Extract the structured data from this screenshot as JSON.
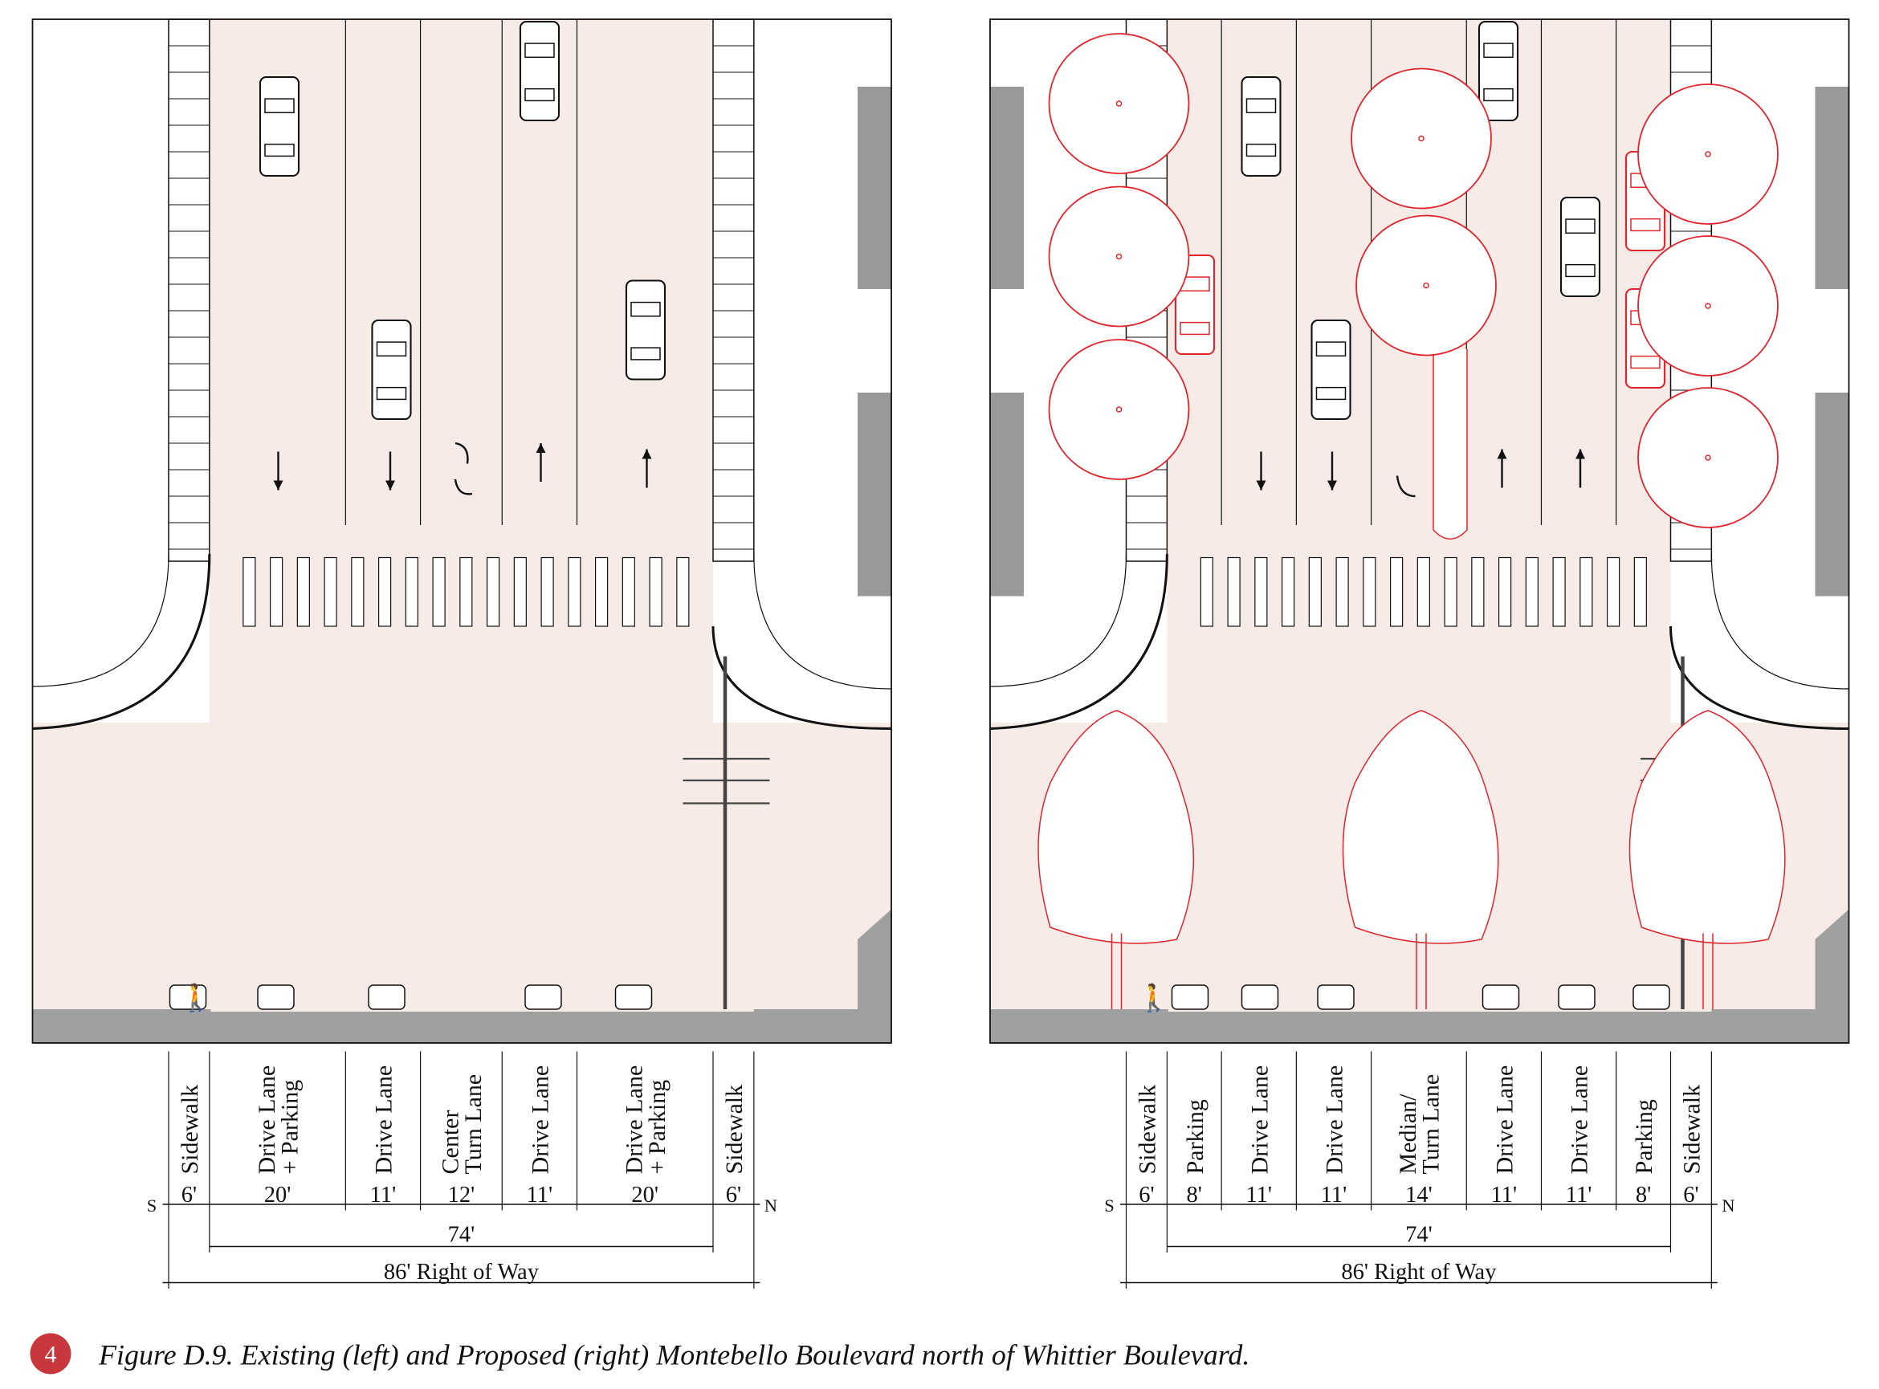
{
  "colors": {
    "pavement": "#f6ebe6",
    "ground": "#a0a0a0",
    "building": "#999999",
    "tree": "#e0252d",
    "badge": "#c8373c"
  },
  "panels": [
    {
      "id": "existing",
      "segments": [
        {
          "lines": [
            "Sidewalk"
          ],
          "feet": 6,
          "dim": "6'"
        },
        {
          "lines": [
            "Drive Lane",
            "+ Parking"
          ],
          "feet": 20,
          "dim": "20'"
        },
        {
          "lines": [
            "Drive Lane"
          ],
          "feet": 11,
          "dim": "11'"
        },
        {
          "lines": [
            "Center",
            "Turn Lane"
          ],
          "feet": 12,
          "dim": "12'"
        },
        {
          "lines": [
            "Drive Lane"
          ],
          "feet": 11,
          "dim": "11'"
        },
        {
          "lines": [
            "Drive Lane",
            "+ Parking"
          ],
          "feet": 20,
          "dim": "20'"
        },
        {
          "lines": [
            "Sidewalk"
          ],
          "feet": 6,
          "dim": "6'"
        }
      ],
      "south": "S",
      "north": "N",
      "curb_to_curb": "74'",
      "right_of_way": "86' Right of Way"
    },
    {
      "id": "proposed",
      "segments": [
        {
          "lines": [
            "Sidewalk"
          ],
          "feet": 6,
          "dim": "6'"
        },
        {
          "lines": [
            "Parking"
          ],
          "feet": 8,
          "dim": "8'"
        },
        {
          "lines": [
            "Drive Lane"
          ],
          "feet": 11,
          "dim": "11'"
        },
        {
          "lines": [
            "Drive Lane"
          ],
          "feet": 11,
          "dim": "11'"
        },
        {
          "lines": [
            "Median/",
            "Turn Lane"
          ],
          "feet": 14,
          "dim": "14'"
        },
        {
          "lines": [
            "Drive Lane"
          ],
          "feet": 11,
          "dim": "11'"
        },
        {
          "lines": [
            "Drive Lane"
          ],
          "feet": 11,
          "dim": "11'"
        },
        {
          "lines": [
            "Parking"
          ],
          "feet": 8,
          "dim": "8'"
        },
        {
          "lines": [
            "Sidewalk"
          ],
          "feet": 6,
          "dim": "6'"
        }
      ],
      "south": "S",
      "north": "N",
      "curb_to_curb": "74'",
      "right_of_way": "86' Right of Way"
    }
  ],
  "caption": {
    "number": "4",
    "text": "Figure D.9. Existing (left) and Proposed (right) Montebello Boulevard north of Whittier Boulevard."
  }
}
